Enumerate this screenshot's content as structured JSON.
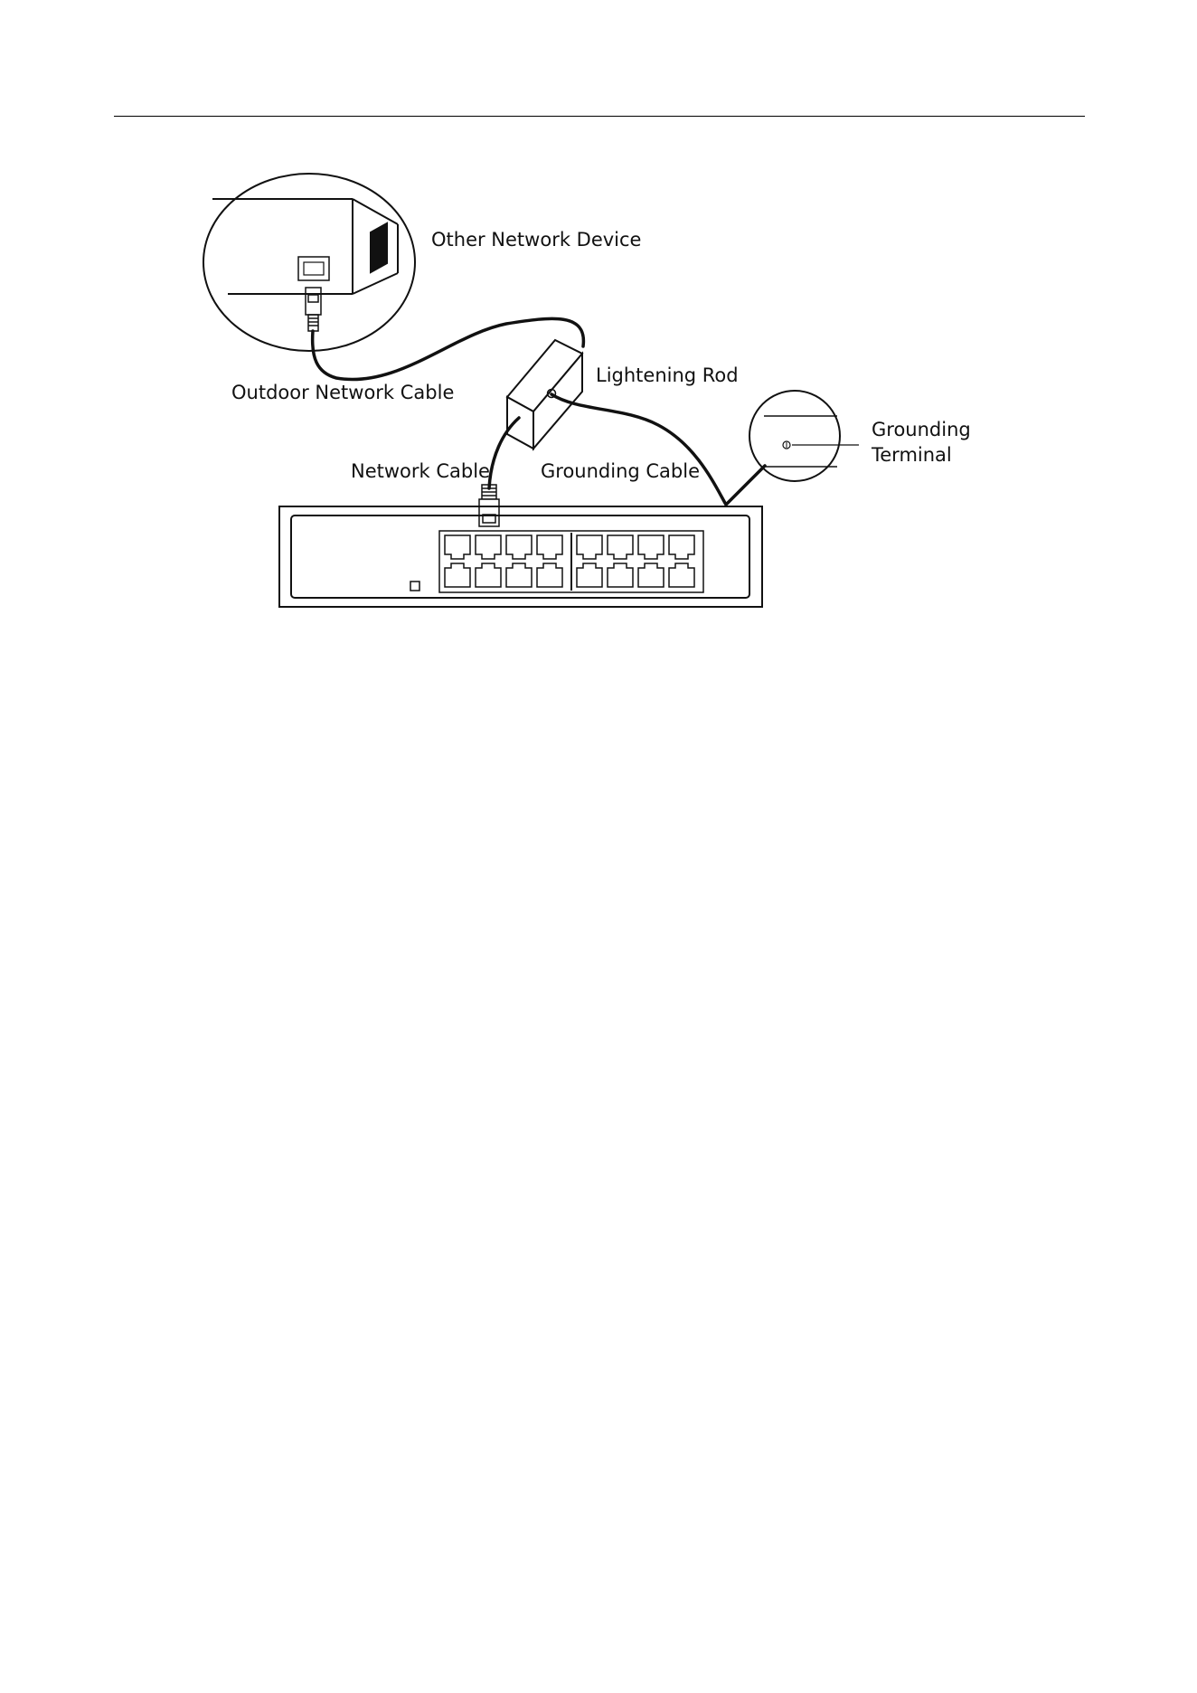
{
  "labels": {
    "other_network_device": "Other Network Device",
    "lightening_rod": "Lightening Rod",
    "outdoor_network_cable": "Outdoor Network Cable",
    "grounding_terminal_line1": "Grounding",
    "grounding_terminal_line2": "Terminal",
    "network_cable": "Network Cable",
    "grounding_cable": "Grounding Cable"
  },
  "switch": {
    "port_rows": 2,
    "ports_per_group": 4,
    "port_groups": 2
  },
  "colors": {
    "line": "#111111",
    "fill": "#ffffff",
    "dark_panel": "#111111"
  }
}
